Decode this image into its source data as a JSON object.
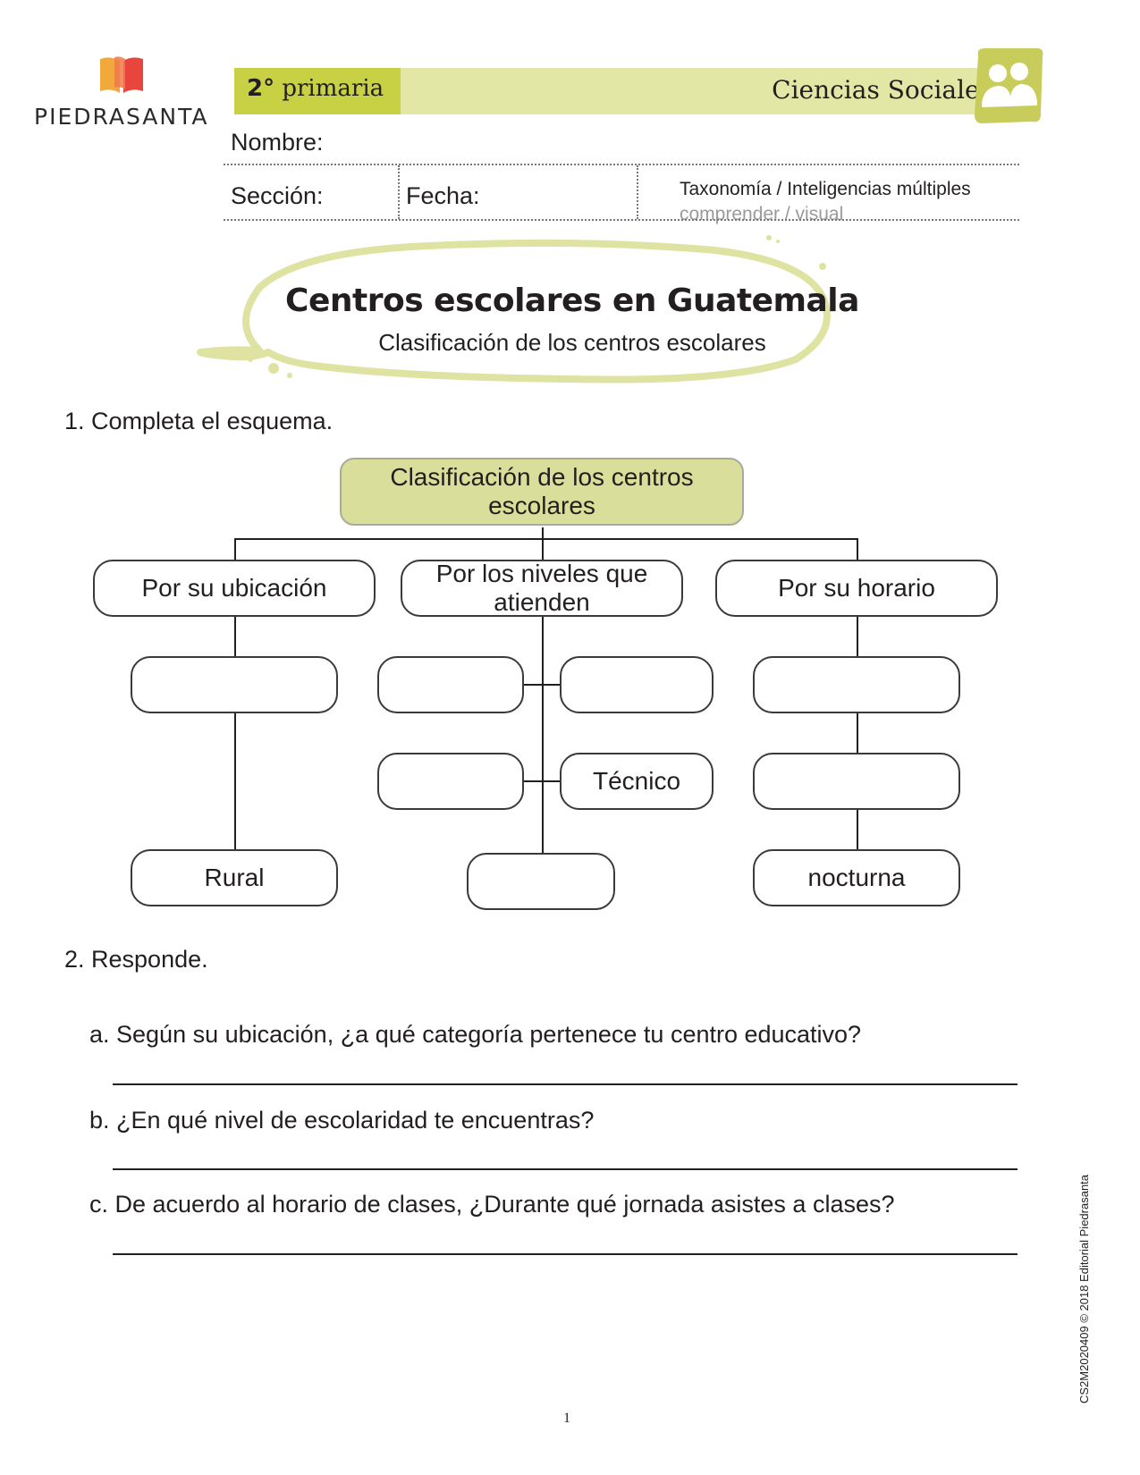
{
  "header": {
    "brand": "PIEDRASANTA",
    "grade_num": "2°",
    "grade_word": "primaria",
    "subject": "Ciencias Sociales",
    "subject_icon": "people-icon",
    "name_label": "Nombre:",
    "section_label": "Sección:",
    "date_label": "Fecha:",
    "taxonomy_line1": "Taxonomía / Inteligencias múltiples",
    "taxonomy_line2": "comprender / visual"
  },
  "title": {
    "main": "Centros escolares en Guatemala",
    "sub": "Clasificación de los centros escolares"
  },
  "exercise1": {
    "instruction": "1. Completa el esquema.",
    "root": "Clasificación de los centros escolares",
    "categories": [
      "Por su ubicación",
      "Por los niveles que atienden",
      "Por su horario"
    ],
    "ubicacion": [
      "",
      "Rural"
    ],
    "niveles": [
      "",
      "",
      "",
      "Técnico",
      ""
    ],
    "horario": [
      "",
      "",
      "nocturna"
    ]
  },
  "exercise2": {
    "instruction": "2. Responde.",
    "questions": [
      "a. Según su ubicación, ¿a qué categoría pertenece tu centro educativo?",
      "b. ¿En qué nivel de escolaridad te encuentras?",
      "c. De acuerdo al horario de clases, ¿Durante qué jornada asistes a clases?"
    ]
  },
  "footer": {
    "side_text": "CS2M2020409  ©  2018 Editorial Piedrasanta",
    "page_number": "1"
  },
  "colors": {
    "lime_dark": "#c7d143",
    "lime_light": "#e3e7a6",
    "root_fill": "#d9df9a"
  }
}
